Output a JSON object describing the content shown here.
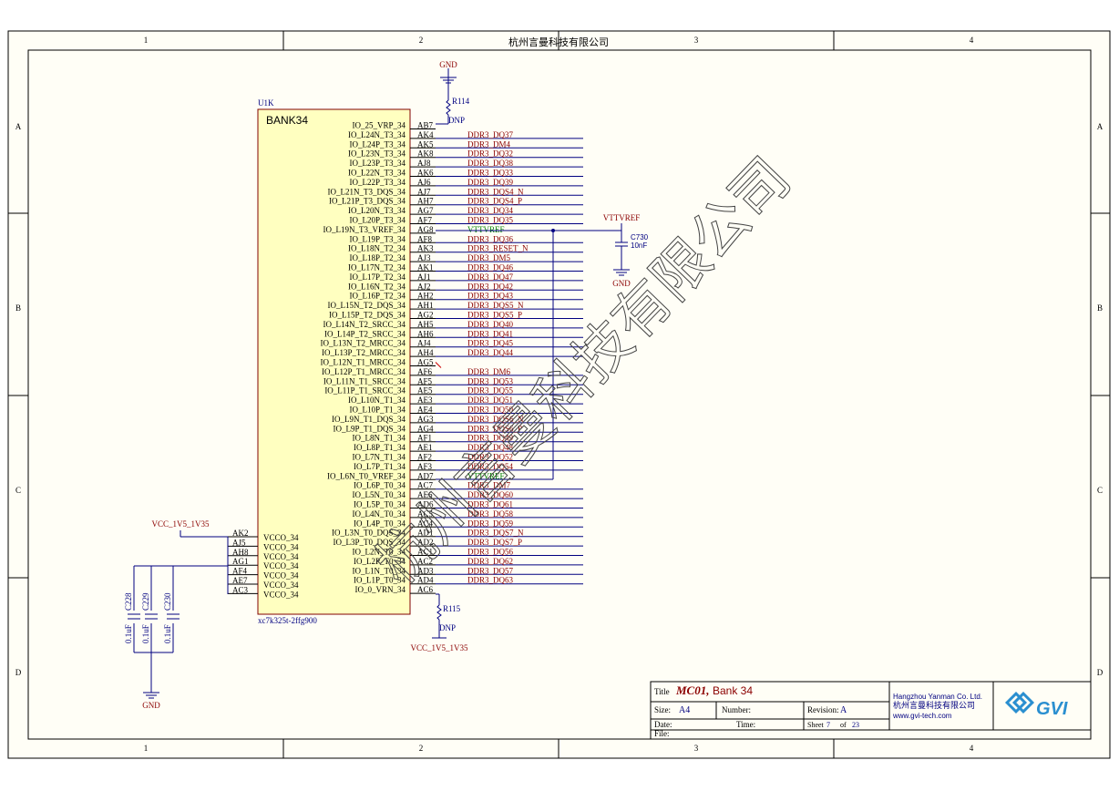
{
  "header": {
    "company_center": "杭州言曼科技有限公司"
  },
  "frame": {
    "columns": [
      "1",
      "2",
      "3",
      "4"
    ],
    "rows": [
      "A",
      "B",
      "C",
      "D"
    ]
  },
  "chip": {
    "ref": "U1K",
    "bank": "BANK34",
    "part": "xc7k325t-2ffg900",
    "right_pins": [
      {
        "name": "IO_25_VRP_34",
        "pin": "AB7",
        "net": ""
      },
      {
        "name": "IO_L24N_T3_34",
        "pin": "AK4",
        "net": "DDR3_DQ37"
      },
      {
        "name": "IO_L24P_T3_34",
        "pin": "AK5",
        "net": "DDR3_DM4"
      },
      {
        "name": "IO_L23N_T3_34",
        "pin": "AK8",
        "net": "DDR3_DQ32"
      },
      {
        "name": "IO_L23P_T3_34",
        "pin": "AJ8",
        "net": "DDR3_DQ38"
      },
      {
        "name": "IO_L22N_T3_34",
        "pin": "AK6",
        "net": "DDR3_DQ33"
      },
      {
        "name": "IO_L22P_T3_34",
        "pin": "AJ6",
        "net": "DDR3_DQ39"
      },
      {
        "name": "IO_L21N_T3_DQS_34",
        "pin": "AJ7",
        "net": "DDR3_DQS4_N"
      },
      {
        "name": "IO_L21P_T3_DQS_34",
        "pin": "AH7",
        "net": "DDR3_DQS4_P"
      },
      {
        "name": "IO_L20N_T3_34",
        "pin": "AG7",
        "net": "DDR3_DQ34"
      },
      {
        "name": "IO_L20P_T3_34",
        "pin": "AF7",
        "net": "DDR3_DQ35"
      },
      {
        "name": "IO_L19N_T3_VREF_34",
        "pin": "AG8",
        "net": "VTTVREF"
      },
      {
        "name": "IO_L19P_T3_34",
        "pin": "AF8",
        "net": "DDR3_DQ36"
      },
      {
        "name": "IO_L18N_T2_34",
        "pin": "AK3",
        "net": "DDR3_RESET_N"
      },
      {
        "name": "IO_L18P_T2_34",
        "pin": "AJ3",
        "net": "DDR3_DM5"
      },
      {
        "name": "IO_L17N_T2_34",
        "pin": "AK1",
        "net": "DDR3_DQ46"
      },
      {
        "name": "IO_L17P_T2_34",
        "pin": "AJ1",
        "net": "DDR3_DQ47"
      },
      {
        "name": "IO_L16N_T2_34",
        "pin": "AJ2",
        "net": "DDR3_DQ42"
      },
      {
        "name": "IO_L16P_T2_34",
        "pin": "AH2",
        "net": "DDR3_DQ43"
      },
      {
        "name": "IO_L15N_T2_DQS_34",
        "pin": "AH1",
        "net": "DDR3_DQS5_N"
      },
      {
        "name": "IO_L15P_T2_DQS_34",
        "pin": "AG2",
        "net": "DDR3_DQS5_P"
      },
      {
        "name": "IO_L14N_T2_SRCC_34",
        "pin": "AH5",
        "net": "DDR3_DQ40"
      },
      {
        "name": "IO_L14P_T2_SRCC_34",
        "pin": "AH6",
        "net": "DDR3_DQ41"
      },
      {
        "name": "IO_L13N_T2_MRCC_34",
        "pin": "AJ4",
        "net": "DDR3_DQ45"
      },
      {
        "name": "IO_L13P_T2_MRCC_34",
        "pin": "AH4",
        "net": "DDR3_DQ44"
      },
      {
        "name": "IO_L12N_T1_MRCC_34",
        "pin": "AG5",
        "net": ""
      },
      {
        "name": "IO_L12P_T1_MRCC_34",
        "pin": "AF6",
        "net": "DDR3_DM6"
      },
      {
        "name": "IO_L11N_T1_SRCC_34",
        "pin": "AF5",
        "net": "DDR3_DQ53"
      },
      {
        "name": "IO_L11P_T1_SRCC_34",
        "pin": "AE5",
        "net": "DDR3_DQ55"
      },
      {
        "name": "IO_L10N_T1_34",
        "pin": "AE3",
        "net": "DDR3_DQ51"
      },
      {
        "name": "IO_L10P_T1_34",
        "pin": "AE4",
        "net": "DDR3_DQ50"
      },
      {
        "name": "IO_L9N_T1_DQS_34",
        "pin": "AG3",
        "net": "DDR3_DQS6_N"
      },
      {
        "name": "IO_L9P_T1_DQS_34",
        "pin": "AG4",
        "net": "DDR3_DQS6_P"
      },
      {
        "name": "IO_L8N_T1_34",
        "pin": "AF1",
        "net": "DDR3_DQ49"
      },
      {
        "name": "IO_L8P_T1_34",
        "pin": "AE1",
        "net": "DDR3_DQ48"
      },
      {
        "name": "IO_L7N_T1_34",
        "pin": "AF2",
        "net": "DDR3_DQ52"
      },
      {
        "name": "IO_L7P_T1_34",
        "pin": "AF3",
        "net": "DDR3_DQ54"
      },
      {
        "name": "IO_L6N_T0_VREF_34",
        "pin": "AD7",
        "net": "VTTVREF"
      },
      {
        "name": "IO_L6P_T0_34",
        "pin": "AC7",
        "net": "DDR3_DM7"
      },
      {
        "name": "IO_L5N_T0_34",
        "pin": "AE6",
        "net": "DDR3_DQ60"
      },
      {
        "name": "IO_L5P_T0_34",
        "pin": "AD6",
        "net": "DDR3_DQ61"
      },
      {
        "name": "IO_L4N_T0_34",
        "pin": "AC5",
        "net": "DDR3_DQ58"
      },
      {
        "name": "IO_L4P_T0_34",
        "pin": "AC4",
        "net": "DDR3_DQ59"
      },
      {
        "name": "IO_L3N_T0_DQS_34",
        "pin": "AD1",
        "net": "DDR3_DQS7_N"
      },
      {
        "name": "IO_L3P_T0_DQS_34",
        "pin": "AD2",
        "net": "DDR3_DQS7_P"
      },
      {
        "name": "IO_L2N_T0_34",
        "pin": "AC1",
        "net": "DDR3_DQ56"
      },
      {
        "name": "IO_L2P_T0_34",
        "pin": "AC2",
        "net": "DDR3_DQ62"
      },
      {
        "name": "IO_L1N_T0_34",
        "pin": "AD3",
        "net": "DDR3_DQ57"
      },
      {
        "name": "IO_L1P_T0_34",
        "pin": "AD4",
        "net": "DDR3_DQ63"
      },
      {
        "name": "IO_0_VRN_34",
        "pin": "AC6",
        "net": ""
      }
    ],
    "vcco_pins": [
      {
        "name": "VCCO_34",
        "pin": "AK2"
      },
      {
        "name": "VCCO_34",
        "pin": "AJ5"
      },
      {
        "name": "VCCO_34",
        "pin": "AH8"
      },
      {
        "name": "VCCO_34",
        "pin": "AG1"
      },
      {
        "name": "VCCO_34",
        "pin": "AF4"
      },
      {
        "name": "VCCO_34",
        "pin": "AE7"
      },
      {
        "name": "VCCO_34",
        "pin": "AC3"
      }
    ]
  },
  "parts": {
    "gnd_top": "GND",
    "r114": {
      "ref": "R114",
      "value": "DNP"
    },
    "r115": {
      "ref": "R115",
      "value": "DNP"
    },
    "vcc_bottom": "VCC_1V5_1V35",
    "vcc_left": "VCC_1V5_1V35",
    "vttvref": "VTTVREF",
    "c730": {
      "ref": "C730",
      "value": "10nF"
    },
    "gnd_cap": "GND",
    "gnd_left": "GND",
    "left_caps": [
      {
        "ref": "C228",
        "value": "0.1uF"
      },
      {
        "ref": "C229",
        "value": "0.1uF"
      },
      {
        "ref": "C230",
        "value": "0.1uF"
      }
    ]
  },
  "title_block": {
    "title_label": "Title",
    "title_main": "MC01,",
    "title_sub": "Bank 34",
    "size_label": "Size:",
    "size_value": "A4",
    "number_label": "Number:",
    "revision_label": "Revision:",
    "revision_value": "A",
    "date_label": "Date:",
    "time_label": "Time:",
    "sheet_label": "Sheet",
    "sheet_no": "7",
    "of_label": "of",
    "sheet_total": "23",
    "file_label": "File:",
    "company_en": "Hangzhou Yanman Co. Ltd.",
    "company_cn": "杭州言曼科技有限公司",
    "website": "www.gvi-tech.com",
    "logo_text": "GVI"
  },
  "watermark": "杭州言曼科技有限公司",
  "colors": {
    "border": "#000000",
    "wire": "#000080",
    "net_label": "#8b0000",
    "vref_net": "#008000",
    "chip_fill": "#ffffc0",
    "chip_stroke": "#800000",
    "logo_blue": "#2a8fd0"
  }
}
